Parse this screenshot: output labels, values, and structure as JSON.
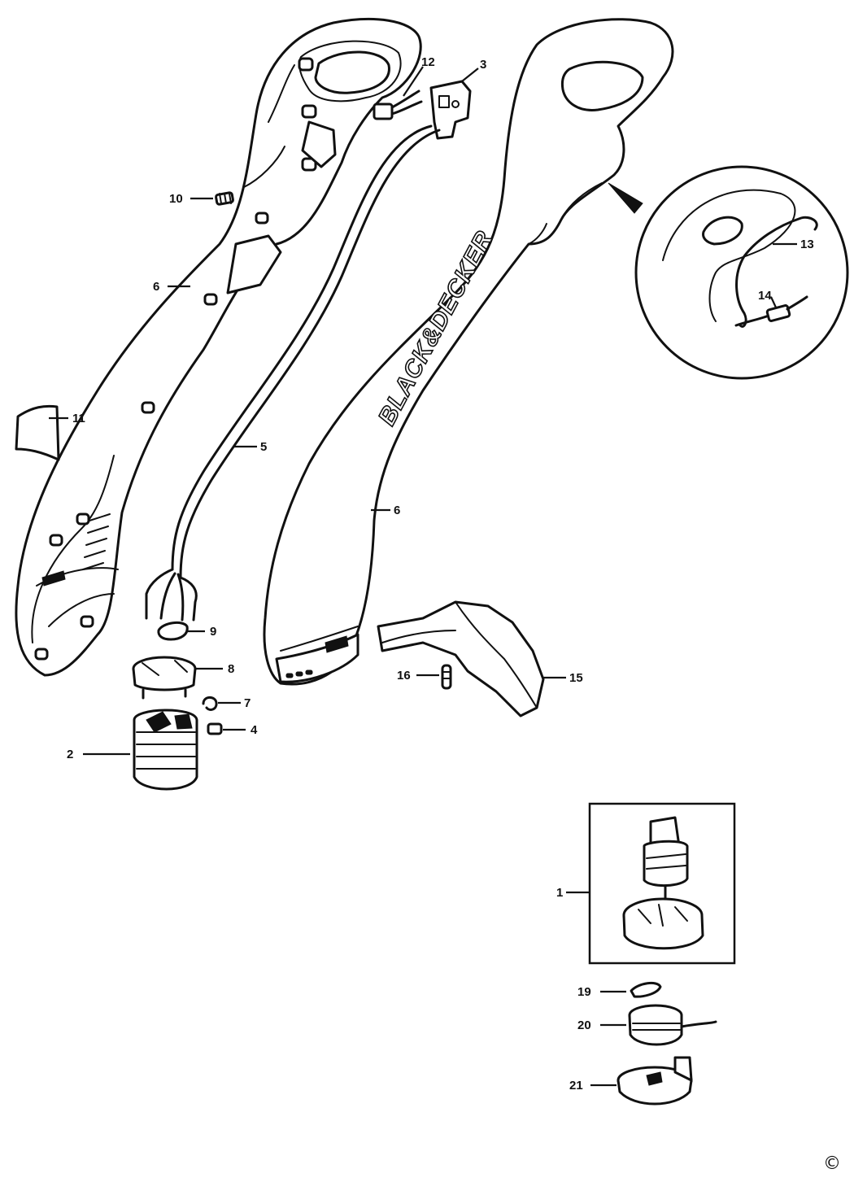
{
  "diagram": {
    "brand_text": "BLACK&DECKER",
    "copyright": "©",
    "callouts": [
      {
        "id": "c10",
        "label": "10"
      },
      {
        "id": "c6a",
        "label": "6"
      },
      {
        "id": "c11",
        "label": "11"
      },
      {
        "id": "c12",
        "label": "12"
      },
      {
        "id": "c3",
        "label": "3"
      },
      {
        "id": "c5",
        "label": "5"
      },
      {
        "id": "c6b",
        "label": "6"
      },
      {
        "id": "c13",
        "label": "13"
      },
      {
        "id": "c14",
        "label": "14"
      },
      {
        "id": "c9",
        "label": "9"
      },
      {
        "id": "c8",
        "label": "8"
      },
      {
        "id": "c7",
        "label": "7"
      },
      {
        "id": "c4",
        "label": "4"
      },
      {
        "id": "c2",
        "label": "2"
      },
      {
        "id": "c16",
        "label": "16"
      },
      {
        "id": "c15",
        "label": "15"
      },
      {
        "id": "c1",
        "label": "1"
      },
      {
        "id": "c19",
        "label": "19"
      },
      {
        "id": "c20",
        "label": "20"
      },
      {
        "id": "c21",
        "label": "21"
      }
    ]
  }
}
